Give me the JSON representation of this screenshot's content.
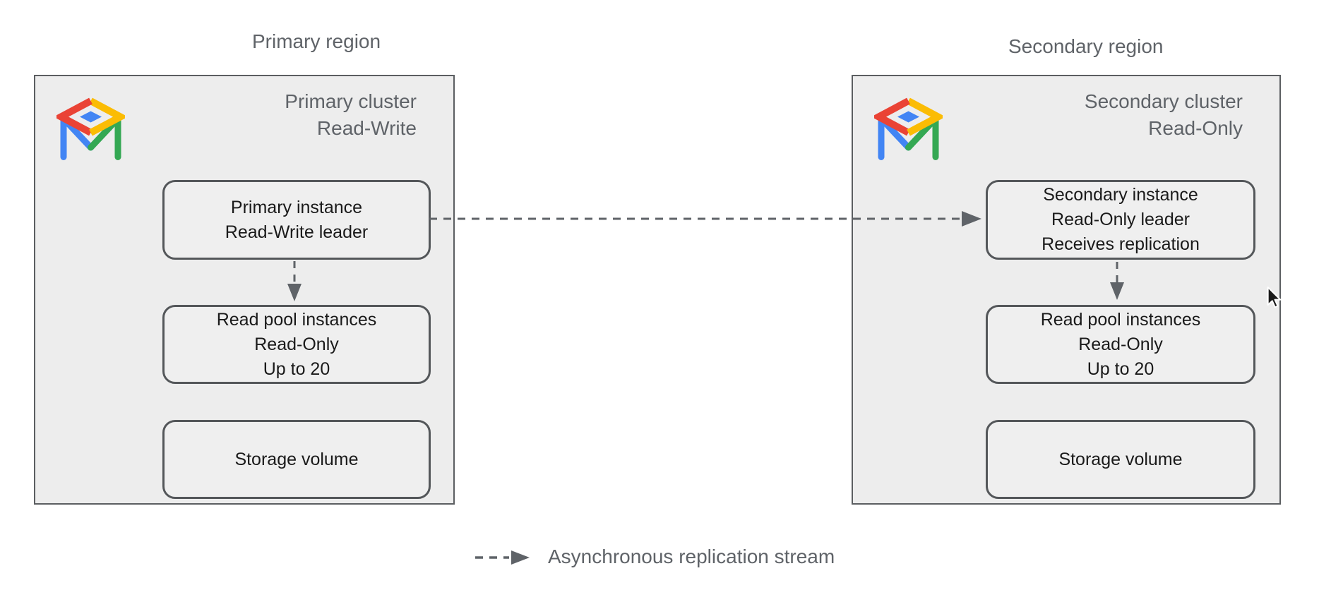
{
  "diagram": {
    "regions": {
      "primary": {
        "region_label": "Primary region",
        "cluster_title": [
          "Primary cluster",
          "Read-Write"
        ],
        "nodes": {
          "instance": {
            "lines": [
              "Primary instance",
              "Read-Write leader"
            ]
          },
          "read_pool": {
            "lines": [
              "Read pool instances",
              "Read-Only",
              "Up to 20"
            ]
          },
          "storage": {
            "lines": [
              "Storage volume"
            ]
          }
        }
      },
      "secondary": {
        "region_label": "Secondary region",
        "cluster_title": [
          "Secondary cluster",
          "Read-Only"
        ],
        "nodes": {
          "instance": {
            "lines": [
              "Secondary instance",
              "Read-Only leader",
              "Receives replication"
            ]
          },
          "read_pool": {
            "lines": [
              "Read pool instances",
              "Read-Only",
              "Up to 20"
            ]
          },
          "storage": {
            "lines": [
              "Storage volume"
            ]
          }
        }
      }
    },
    "legend": {
      "label": "Asynchronous replication stream"
    },
    "colors": {
      "background": "#ffffff",
      "panel_fill": "#ededed",
      "panel_border": "#5b5e61",
      "node_fill": "#efefef",
      "node_border": "#54575a",
      "arrow": "#5f6368",
      "muted_text": "#5f6368",
      "node_text": "#1a1a1a",
      "icon_red": "#ea4335",
      "icon_yellow": "#fbbc04",
      "icon_green": "#34a853",
      "icon_blue": "#4285f4"
    }
  }
}
